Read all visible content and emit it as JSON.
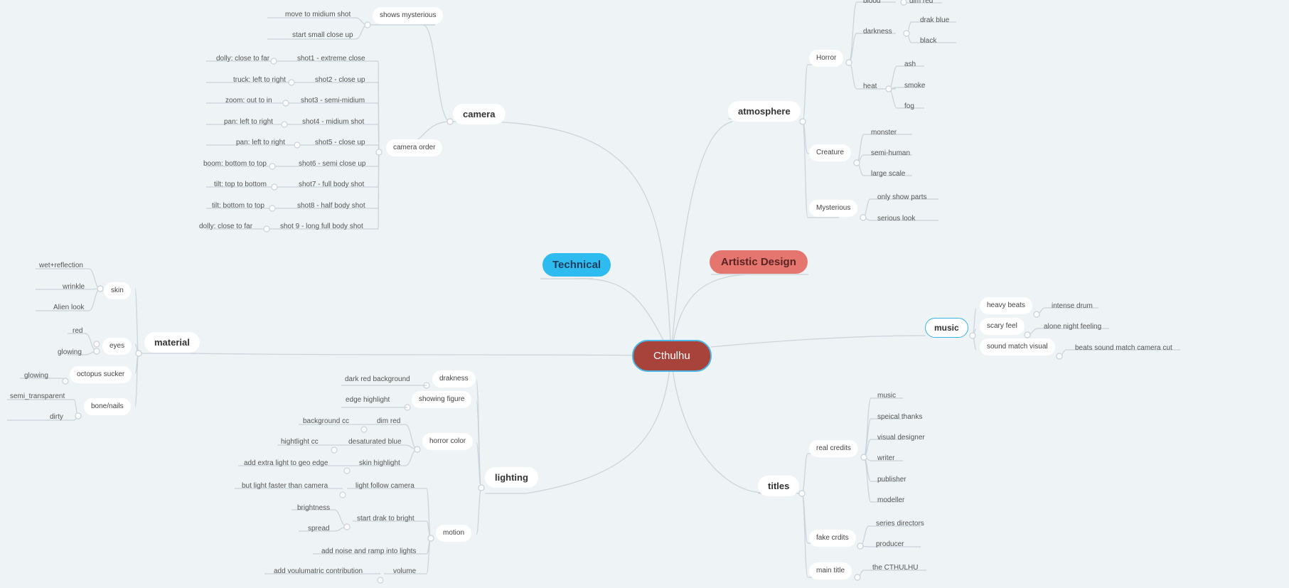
{
  "mindmap": {
    "root": "Cthulhu",
    "technical": "Technical",
    "artistic": "Artistic Design",
    "camera": {
      "label": "camera",
      "shows_mysterious": "shows mysterious",
      "mysterious_items": [
        "move to midium shot",
        "start small close up"
      ],
      "camera_order": "camera order",
      "shots": [
        {
          "shot": "shot1 - extreme close",
          "move": "dolly: close to far"
        },
        {
          "shot": "shot2 - close up",
          "move": "truck: left to right"
        },
        {
          "shot": "shot3 - semi-midium",
          "move": "zoom: out to in"
        },
        {
          "shot": "shot4 - midium shot",
          "move": "pan: left to right"
        },
        {
          "shot": "shot5 - close up",
          "move": "pan: left to right"
        },
        {
          "shot": "shot6 - semi close up",
          "move": "boom: bottom to top"
        },
        {
          "shot": "shot7 - full body shot",
          "move": "tilt: top to bottom"
        },
        {
          "shot": "shot8 - half body shot",
          "move": "tilt: bottom to top"
        },
        {
          "shot": "shot 9 - long full body shot",
          "move": "dolly: close to far"
        }
      ]
    },
    "material": {
      "label": "material",
      "skin": {
        "label": "skin",
        "items": [
          "wet+reflection",
          "wrinkle",
          "Alien look"
        ]
      },
      "eyes": {
        "label": "eyes",
        "items": [
          "red",
          "glowing"
        ]
      },
      "octopus": {
        "label": "octopus sucker",
        "items": [
          "glowing"
        ]
      },
      "bone": {
        "label": "bone/nails",
        "items": [
          "semi_transparent",
          "dirty"
        ]
      }
    },
    "lighting": {
      "label": "lighting",
      "drakness": {
        "label": "drakness",
        "item": "dark red background"
      },
      "showing": {
        "label": "showing figure",
        "item": "edge highlight"
      },
      "horror_color": {
        "label": "horror color",
        "items": [
          {
            "label": "dim red",
            "sub": "background cc"
          },
          {
            "label": "desaturated blue",
            "sub": "hightlight cc"
          },
          {
            "label": "skin highlight",
            "sub": "add extra light to geo edge"
          }
        ]
      },
      "motion": {
        "label": "motion",
        "follow": {
          "label": "light follow camera",
          "sub": "but light faster than camera"
        },
        "start": {
          "label": "start drak to bright",
          "subs": [
            "brightness",
            "spread"
          ]
        },
        "noise": "add noise and ramp into lights",
        "volume": {
          "label": "volume",
          "sub": "add voulumatric contribution"
        }
      }
    },
    "atmosphere": {
      "label": "atmosphere",
      "horror": {
        "label": "Horror",
        "blood": {
          "label": "blood",
          "item": "dim red"
        },
        "darkness": {
          "label": "darkness",
          "items": [
            "drak blue",
            "black"
          ]
        },
        "heat": {
          "label": "heat",
          "items": [
            "ash",
            "smoke",
            "fog"
          ]
        }
      },
      "creature": {
        "label": "Creature",
        "items": [
          "monster",
          "semi-human",
          "large scale"
        ]
      },
      "mysterious": {
        "label": "Mysterious",
        "items": [
          "only show parts",
          "serious look"
        ]
      }
    },
    "music": {
      "label": "music",
      "items": [
        {
          "label": "heavy beats",
          "sub": "intense drum"
        },
        {
          "label": "scary feel",
          "sub": "alone night feeling"
        },
        {
          "label": "sound match visual",
          "sub": "beats sound match camera cut"
        }
      ]
    },
    "titles": {
      "label": "titles",
      "real": {
        "label": "real credits",
        "items": [
          "music",
          "speical thanks",
          "visual designer",
          "writer",
          "publisher",
          "modeller"
        ]
      },
      "fake": {
        "label": "fake crdits",
        "items": [
          "series directors",
          "producer"
        ]
      },
      "main": {
        "label": "main title",
        "item": "the CTHULHU"
      }
    }
  },
  "colors": {
    "background": "#eef3f5",
    "connector": "#c9d3da",
    "root_fill": "#a8433b",
    "root_border": "#4cb7e6",
    "technical_fill": "#2ebbf0",
    "artistic_fill": "#e5756f",
    "music_border": "#37b3e6"
  }
}
